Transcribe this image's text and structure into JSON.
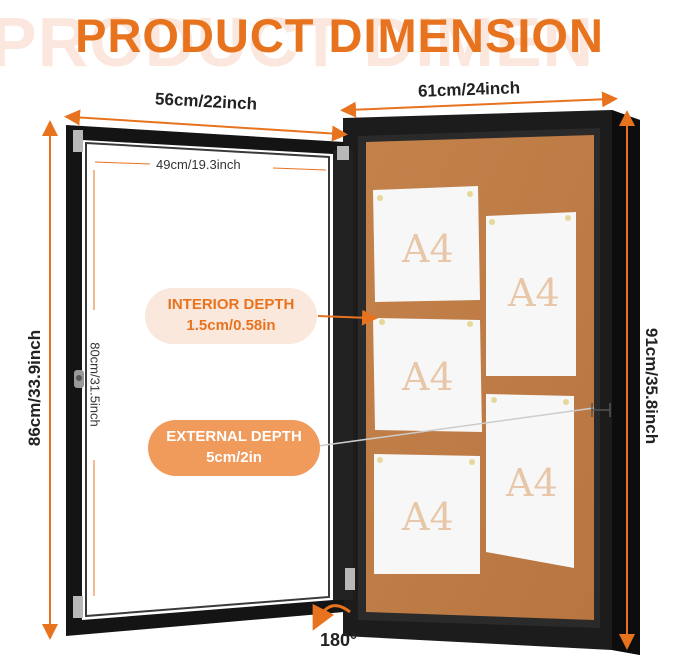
{
  "header": {
    "title": "PRODUCT DIMENSION",
    "ghost_title": "PRODUCT DIMEN"
  },
  "dimensions": {
    "door_width": "56cm/22inch",
    "door_inner_width": "49cm/19.3inch",
    "cabinet_width": "61cm/24inch",
    "door_height": "86cm/33.9inch",
    "door_inner_height": "80cm/31.5inch",
    "cabinet_height": "91cm/35.8inch"
  },
  "interior_depth": {
    "label": "INTERIOR DEPTH",
    "value": "1.5cm/0.58in"
  },
  "external_depth": {
    "label": "EXTERNAL DEPTH",
    "value": "5cm/2in"
  },
  "rotation": {
    "angle": "180°"
  },
  "papers": [
    {
      "label": "A4"
    },
    {
      "label": "A4"
    },
    {
      "label": "A4"
    },
    {
      "label": "A4"
    },
    {
      "label": "A4"
    },
    {
      "label": "A4"
    }
  ],
  "colors": {
    "accent": "#e8731f",
    "cork": "#c98a55",
    "frame": "#1a1a1a"
  }
}
